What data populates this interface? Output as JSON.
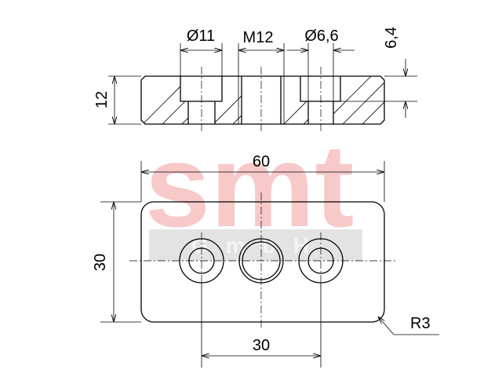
{
  "watermark": {
    "logo_text": "smt",
    "sub_text": "GmbH",
    "logo_color": "#f7c9c9",
    "band_color": "#e3e3e3"
  },
  "dimensions": {
    "dia_large": "Ø11",
    "thread": "M12",
    "dia_small": "Ø6,6",
    "counterbore_depth": "6,4",
    "thickness": "12",
    "length": "60",
    "width": "30",
    "hole_pitch": "30",
    "corner_radius": "R3"
  }
}
